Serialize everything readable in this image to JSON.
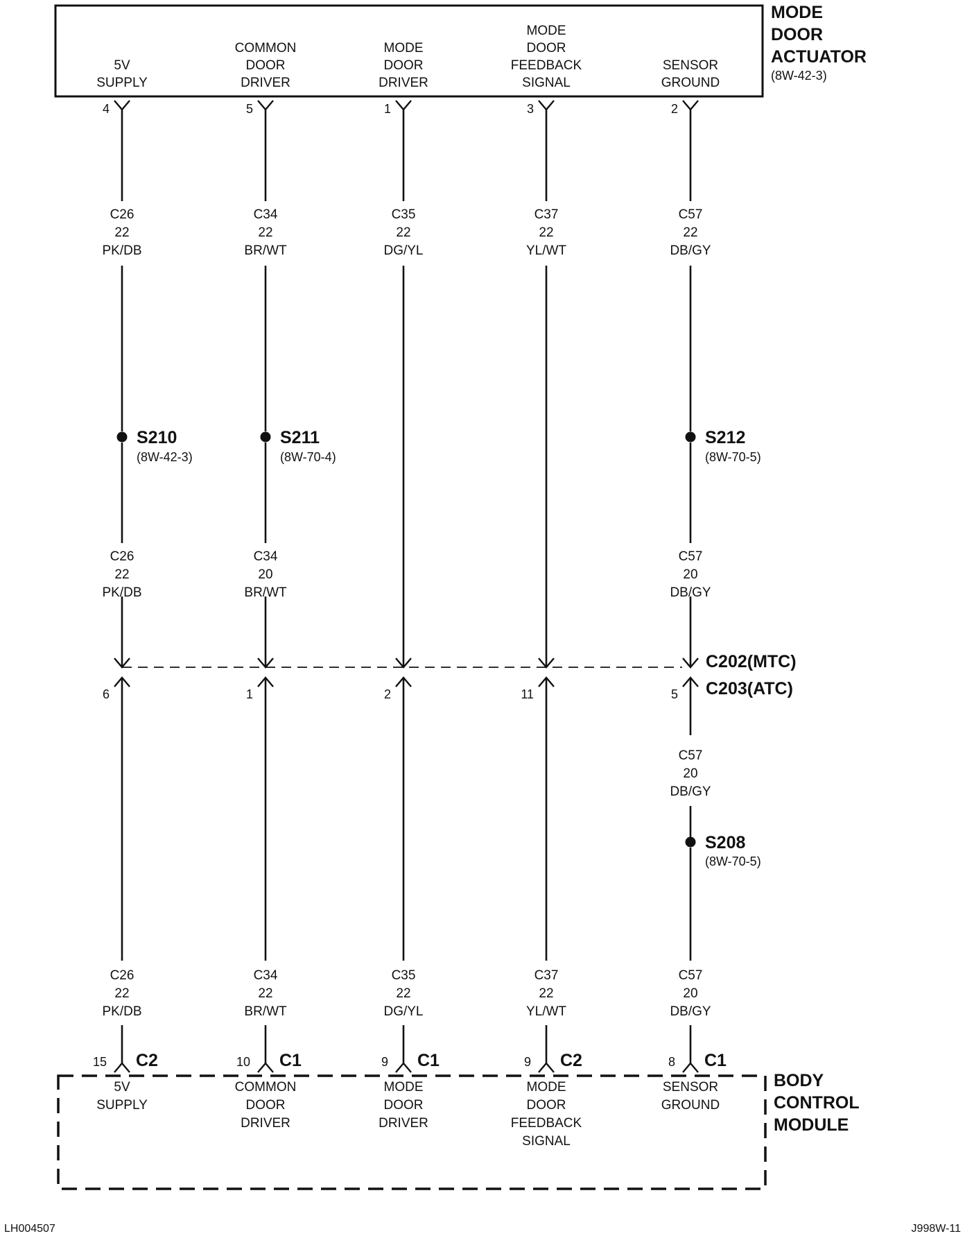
{
  "components": {
    "top": {
      "title_lines": [
        "MODE",
        "DOOR",
        "ACTUATOR"
      ],
      "ref": "(8W-42-3)"
    },
    "bottom": {
      "title_lines": [
        "BODY",
        "CONTROL",
        "MODULE"
      ]
    }
  },
  "circuits": [
    {
      "top_label": [
        "5V",
        "SUPPLY"
      ],
      "top_pin": "4",
      "wire_upper": [
        "C26",
        "22",
        "PK/DB"
      ],
      "splice": {
        "name": "S210",
        "ref": "(8W-42-3)"
      },
      "wire_mid": [
        "C26",
        "22",
        "PK/DB"
      ],
      "inline_pin": "6",
      "wire_lower": [
        "C26",
        "22",
        "PK/DB"
      ],
      "bottom_pin": "15",
      "bottom_conn": "C2",
      "bottom_label": [
        "5V",
        "SUPPLY"
      ]
    },
    {
      "top_label": [
        "COMMON",
        "DOOR",
        "DRIVER"
      ],
      "top_pin": "5",
      "wire_upper": [
        "C34",
        "22",
        "BR/WT"
      ],
      "splice": {
        "name": "S211",
        "ref": "(8W-70-4)"
      },
      "wire_mid": [
        "C34",
        "20",
        "BR/WT"
      ],
      "inline_pin": "1",
      "wire_lower": [
        "C34",
        "22",
        "BR/WT"
      ],
      "bottom_pin": "10",
      "bottom_conn": "C1",
      "bottom_label": [
        "COMMON",
        "DOOR",
        "DRIVER"
      ]
    },
    {
      "top_label": [
        "MODE",
        "DOOR",
        "DRIVER"
      ],
      "top_pin": "1",
      "wire_upper": [
        "C35",
        "22",
        "DG/YL"
      ],
      "inline_pin": "2",
      "wire_lower": [
        "C35",
        "22",
        "DG/YL"
      ],
      "bottom_pin": "9",
      "bottom_conn": "C1",
      "bottom_label": [
        "MODE",
        "DOOR",
        "DRIVER"
      ]
    },
    {
      "top_label": [
        "MODE",
        "DOOR",
        "FEEDBACK",
        "SIGNAL"
      ],
      "top_pin": "3",
      "wire_upper": [
        "C37",
        "22",
        "YL/WT"
      ],
      "inline_pin": "11",
      "wire_lower": [
        "C37",
        "22",
        "YL/WT"
      ],
      "bottom_pin": "9",
      "bottom_conn": "C2",
      "bottom_label": [
        "MODE",
        "DOOR",
        "FEEDBACK",
        "SIGNAL"
      ]
    },
    {
      "top_label": [
        "SENSOR",
        "GROUND"
      ],
      "top_pin": "2",
      "wire_upper": [
        "C57",
        "22",
        "DB/GY"
      ],
      "splice": {
        "name": "S212",
        "ref": "(8W-70-5)"
      },
      "wire_mid": [
        "C57",
        "20",
        "DB/GY"
      ],
      "inline_pin": "5",
      "wire_after_inline": [
        "C57",
        "20",
        "DB/GY"
      ],
      "splice2": {
        "name": "S208",
        "ref": "(8W-70-5)"
      },
      "wire_lower": [
        "C57",
        "20",
        "DB/GY"
      ],
      "bottom_pin": "8",
      "bottom_conn": "C1",
      "bottom_label": [
        "SENSOR",
        "GROUND"
      ]
    }
  ],
  "inline_connector": {
    "line1": "C202(MTC)",
    "line2": "C203(ATC)"
  },
  "footer": {
    "left": "LH004507",
    "right": "J998W-11"
  },
  "colors": {
    "ink": "#111111",
    "background": "#ffffff"
  }
}
